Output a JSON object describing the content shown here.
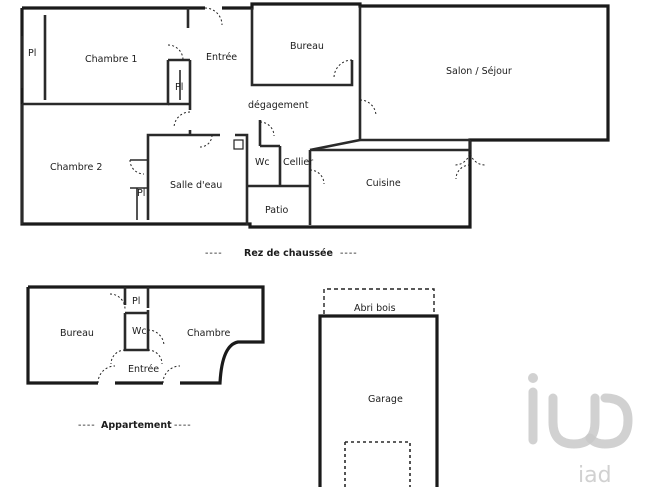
{
  "plans": {
    "ground_floor": {
      "caption": "Rez de chaussée",
      "rooms": {
        "chambre1": "Chambre 1",
        "pl_left": "Pl",
        "pl_center": "Pl",
        "entree": "Entrée",
        "bureau": "Bureau",
        "salon": "Salon / Séjour",
        "degagement": "dégagement",
        "chambre2": "Chambre 2",
        "pl_lower": "Pl",
        "salle_eau": "Salle d'eau",
        "wc": "Wc",
        "cellier": "Cellier",
        "cuisine": "Cuisine",
        "patio": "Patio"
      }
    },
    "apartment": {
      "caption": "Appartement",
      "rooms": {
        "pl": "Pl",
        "bureau": "Bureau",
        "wc": "Wc",
        "chambre": "Chambre",
        "entree": "Entrée"
      }
    },
    "outbuilding": {
      "rooms": {
        "abri_bois": "Abri bois",
        "garage": "Garage"
      }
    }
  },
  "watermark": {
    "logo_text": "iad"
  }
}
